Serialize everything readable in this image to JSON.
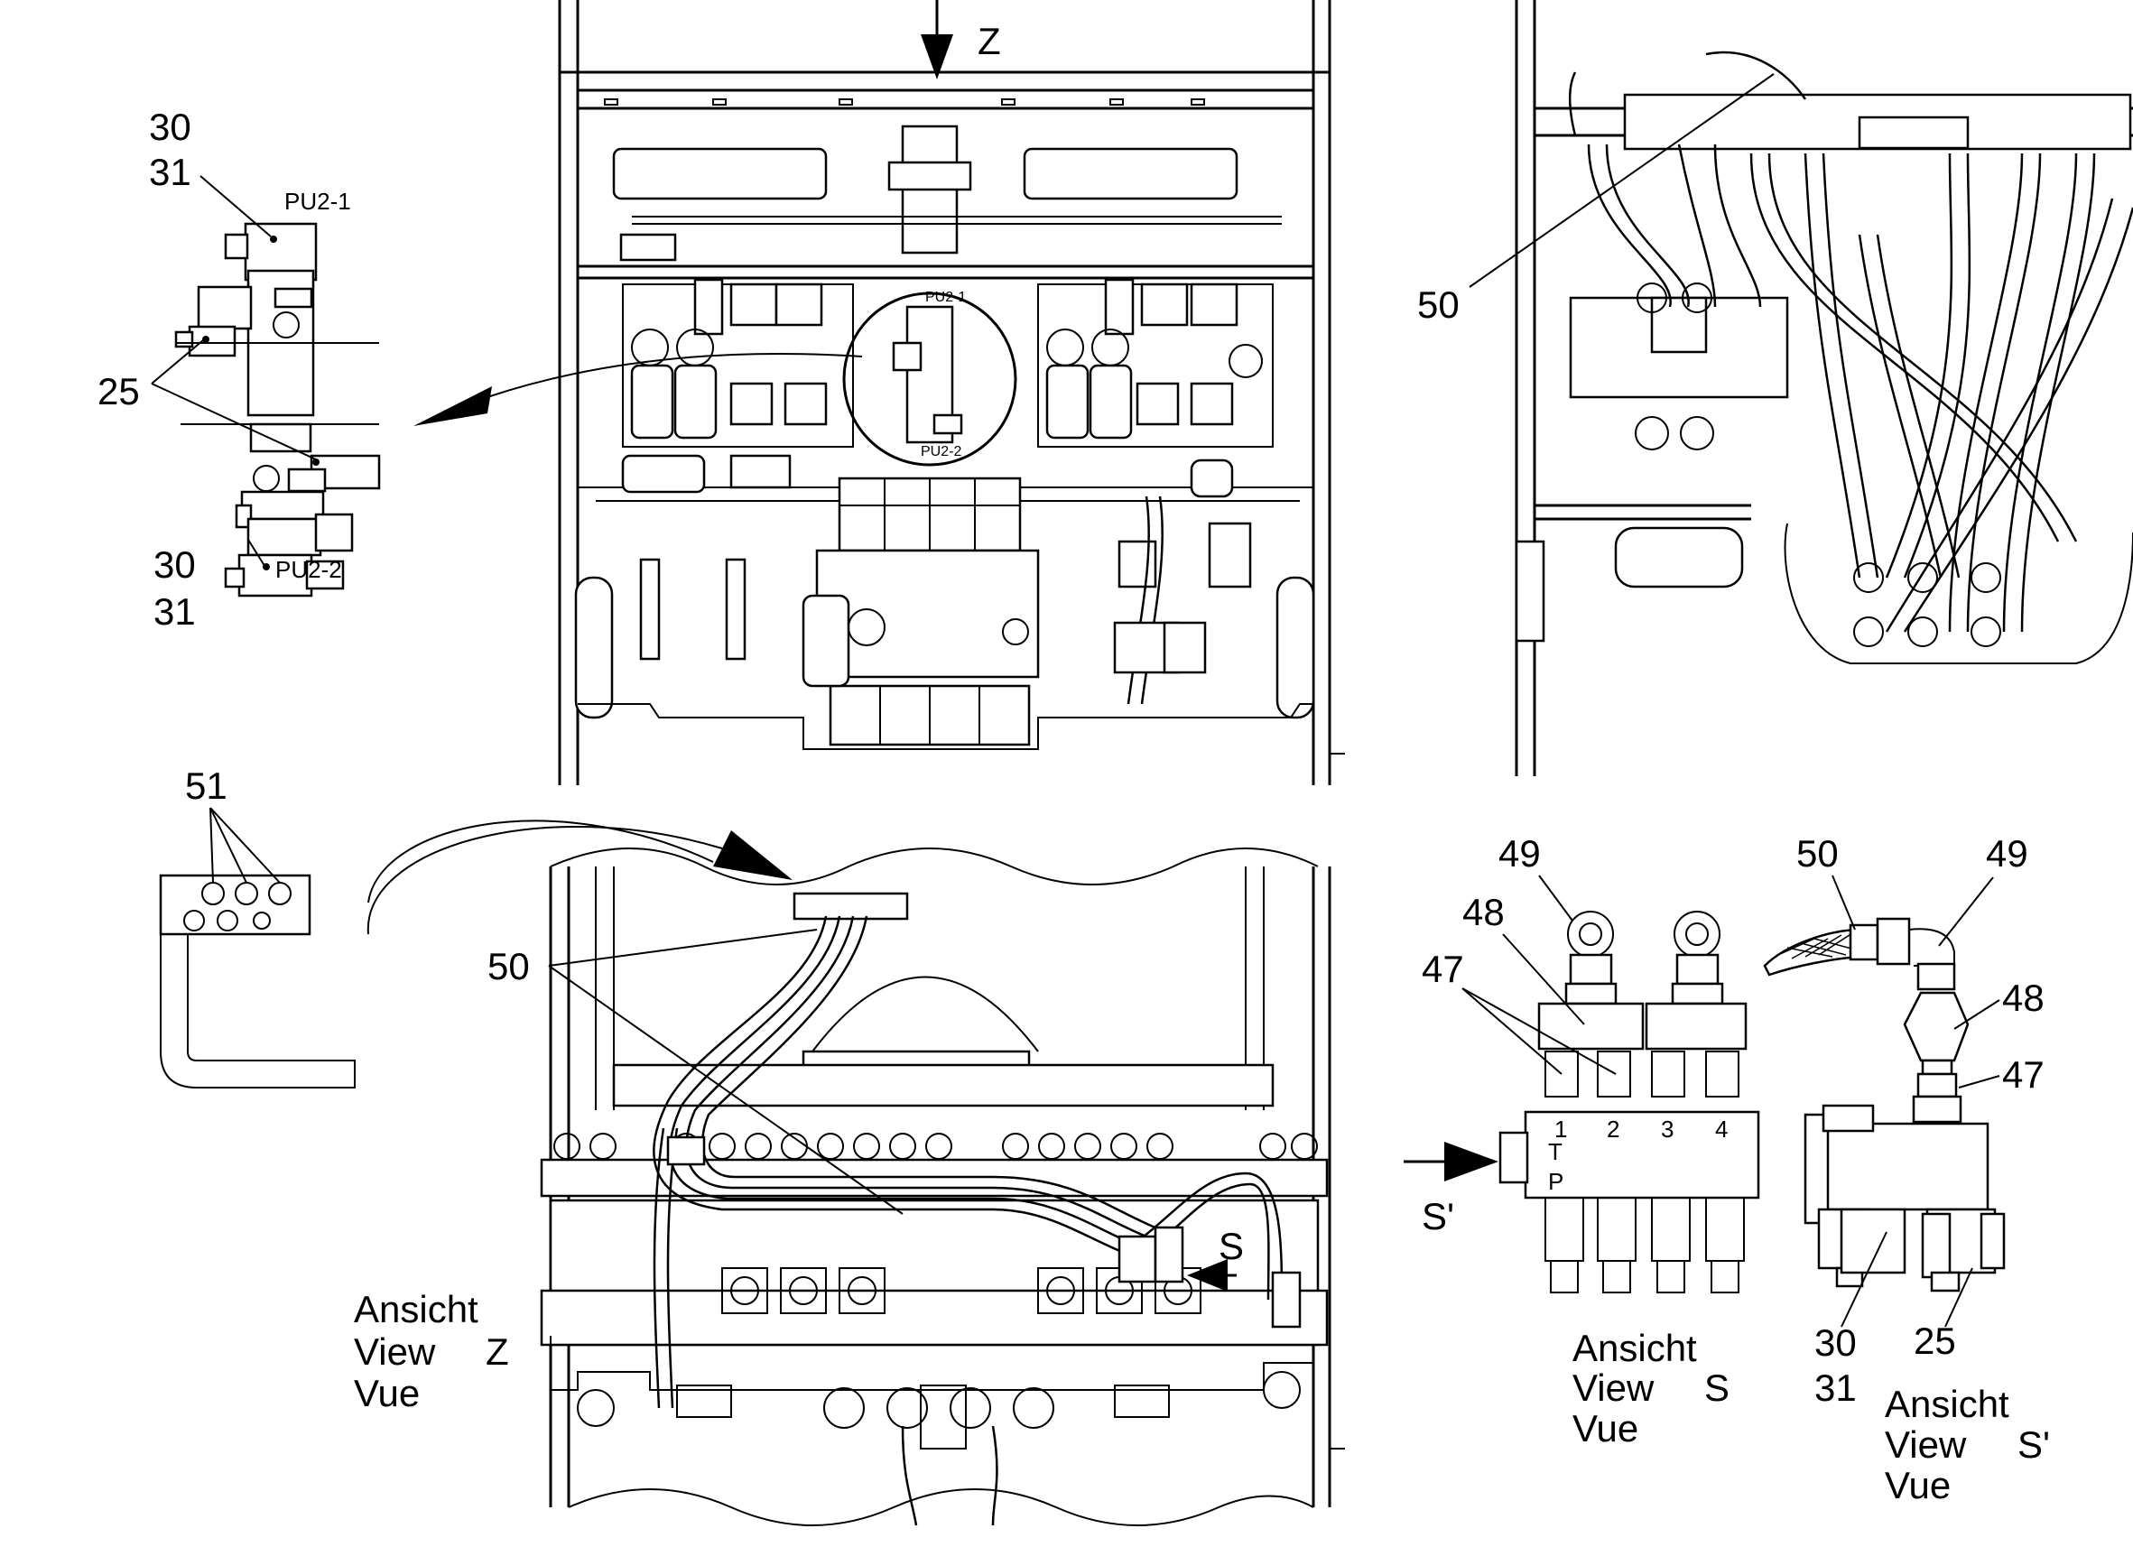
{
  "labels": {
    "tl_30_top": "30",
    "tl_31_top": "31",
    "tl_pu21": "PU2-1",
    "tl_25": "25",
    "tl_30_bot": "30",
    "tl_31_bot": "31",
    "tl_pu22": "PU2-2",
    "circle_pu21": "PU2-1",
    "circle_pu22": "PU2-2",
    "view_z_arrow": "Z",
    "tr_50": "50",
    "ml_51": "51",
    "bm_50": "50",
    "bm_s_arrow": "S",
    "view_z_ansicht": "Ansicht",
    "view_z_view": "View",
    "view_z_letter": "Z",
    "view_z_vue": "Vue",
    "mr_49a": "49",
    "mr_48a": "48",
    "mr_47a": "47",
    "mr_50": "50",
    "mr_49b": "49",
    "mr_48b": "48",
    "mr_47b": "47",
    "mr_s_prime": "S'",
    "port_1": "1",
    "port_2": "2",
    "port_3": "3",
    "port_4": "4",
    "port_t": "T",
    "port_p": "P",
    "view_s_ansicht": "Ansicht",
    "view_s_view": "View",
    "view_s_letter": "S",
    "view_s_vue": "Vue",
    "br_30": "30",
    "br_31": "31",
    "br_25": "25",
    "view_sp_ansicht": "Ansicht",
    "view_sp_view": "View",
    "view_sp_letter": "S'",
    "view_sp_vue": "Vue"
  }
}
